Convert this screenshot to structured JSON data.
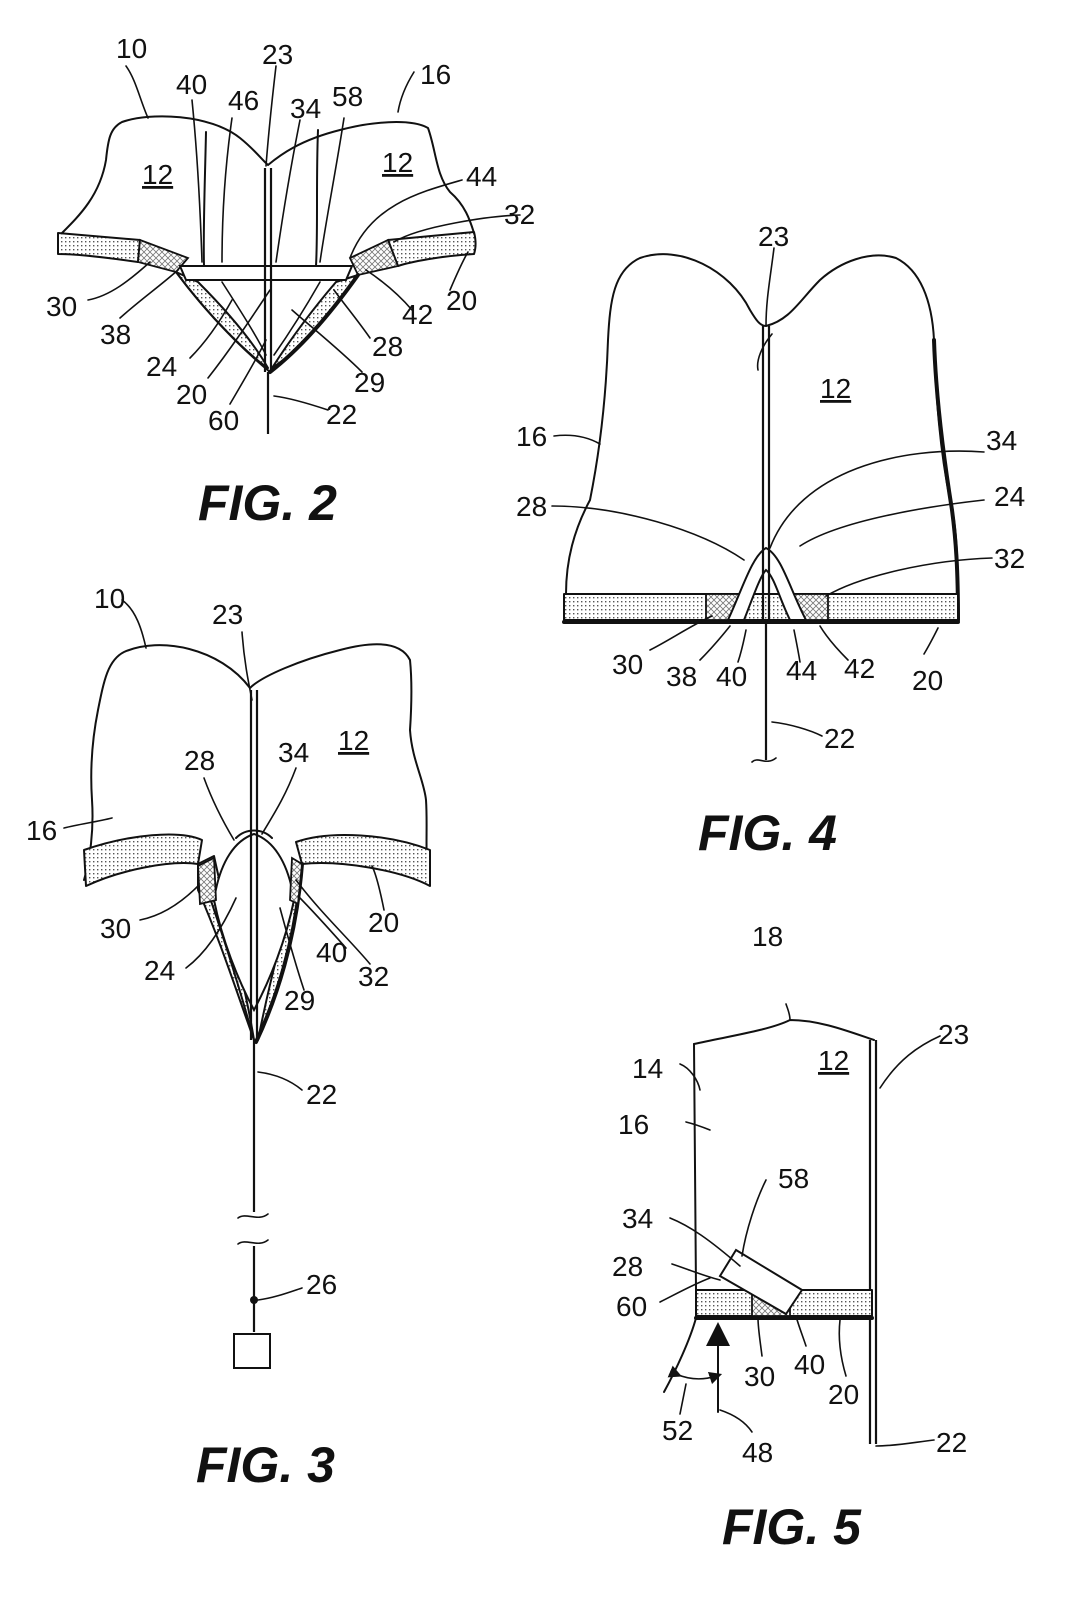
{
  "figures": [
    {
      "title": "FIG. 2",
      "labels": {
        "l10": "10",
        "l40": "40",
        "l46": "46",
        "l23": "23",
        "l34": "34",
        "l58": "58",
        "l16": "16",
        "l12a": "12",
        "l12b": "12",
        "l44": "44",
        "l32": "32",
        "l30": "30",
        "l38": "38",
        "l42": "42",
        "l20a": "20",
        "l28": "28",
        "l24": "24",
        "l20b": "20",
        "l29": "29",
        "l60": "60",
        "l22": "22"
      }
    },
    {
      "title": "FIG. 3",
      "labels": {
        "l10": "10",
        "l23": "23",
        "l12": "12",
        "l28": "28",
        "l34": "34",
        "l16": "16",
        "l30": "30",
        "l20": "20",
        "l40": "40",
        "l24": "24",
        "l29": "29",
        "l32": "32",
        "l22": "22",
        "l26": "26"
      }
    },
    {
      "title": "FIG. 4",
      "labels": {
        "l23": "23",
        "l12": "12",
        "l16": "16",
        "l34": "34",
        "l24": "24",
        "l28": "28",
        "l32": "32",
        "l30": "30",
        "l38": "38",
        "l40": "40",
        "l44": "44",
        "l42": "42",
        "l20": "20",
        "l22": "22"
      }
    },
    {
      "title": "FIG. 5",
      "labels": {
        "l18": "18",
        "l23": "23",
        "l12": "12",
        "l14": "14",
        "l16": "16",
        "l58": "58",
        "l34": "34",
        "l28": "28",
        "l60": "60",
        "l30": "30",
        "l40": "40",
        "l20": "20",
        "l52": "52",
        "l48": "48",
        "l22": "22"
      }
    }
  ]
}
